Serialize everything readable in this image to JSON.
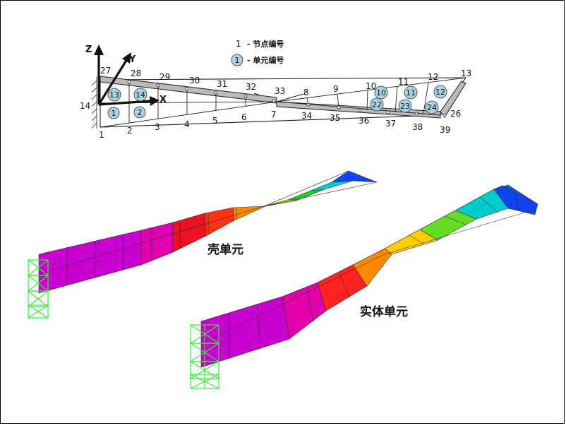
{
  "legend": {
    "node_marker": "1",
    "node_text": "- 节点编号",
    "element_marker": "1",
    "element_text": "- 单元编号"
  },
  "axes": {
    "z": "Z",
    "y": "Y",
    "x": "X"
  },
  "node_labels": {
    "bottom": [
      "1",
      "2",
      "3",
      "4",
      "5",
      "6",
      "7",
      "34",
      "35",
      "36",
      "37",
      "38",
      "39"
    ],
    "top": [
      "27",
      "28",
      "29",
      "30",
      "31",
      "32",
      "33",
      "8",
      "9",
      "10",
      "11",
      "12",
      "13"
    ],
    "left_edge": "14",
    "right_edge": "26"
  },
  "element_labels": [
    "1",
    "2",
    "13",
    "14",
    "10",
    "11",
    "12",
    "22",
    "23",
    "24"
  ],
  "captions": {
    "shell": "壳单元",
    "solid": "实体单元"
  },
  "colors": {
    "magenta": "#c800d0",
    "red": "#ee1111",
    "orange": "#ff8800",
    "yellow": "#dddd00",
    "green": "#22cc22",
    "cyan": "#00cccc",
    "blue": "#1144ee",
    "support": "#33ee33",
    "element_circle": "#a9d3e4"
  }
}
